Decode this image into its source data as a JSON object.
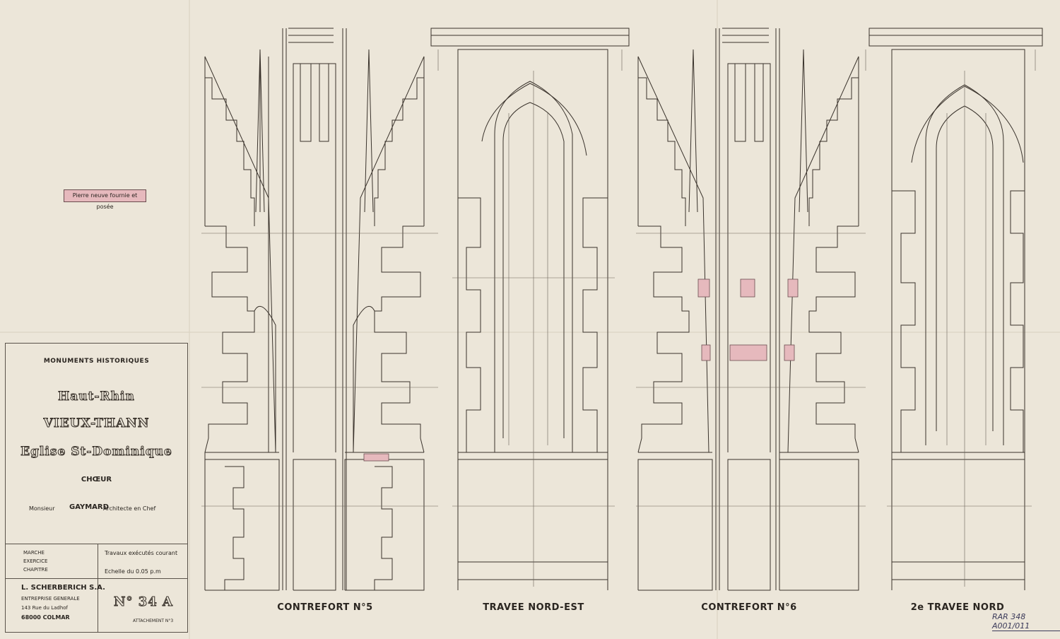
{
  "legend": {
    "label": "Pierre neuve fournie et posée"
  },
  "cartouche": {
    "heading": "MONUMENTS HISTORIQUES",
    "department": "Haut-Rhin",
    "town": "VIEUX-THANN",
    "building": "Eglise St-Dominique",
    "part": "CHŒUR",
    "architect_prefix": "Monsieur",
    "architect_name": "GAYMARD",
    "architect_role": "Architecte en Chef",
    "admin_lines": [
      "MARCHE",
      "EXERCICE",
      "CHAPITRE"
    ],
    "works_type": "Travaux exécutés courant",
    "scale": "Echelle du 0.05 p.m",
    "company": "L. SCHERBERICH S.A.",
    "company_sub": "ENTREPRISE GENERALE",
    "company_address": "143 Rue du Ladhof",
    "company_city": "68000 COLMAR",
    "number": "N° 34 A",
    "attachment": "ATTACHEMENT N°3"
  },
  "elevations": [
    {
      "title": "CONTREFORT N°5"
    },
    {
      "title": "TRAVEE NORD-EST"
    },
    {
      "title": "CONTREFORT N°6"
    },
    {
      "title": "2e TRAVEE NORD"
    }
  ],
  "archive_ref": "RAR 348 A001/011",
  "colors": {
    "paper": "#ece6d9",
    "ink": "#3a332c",
    "new_stone": "#e6b9bd"
  }
}
